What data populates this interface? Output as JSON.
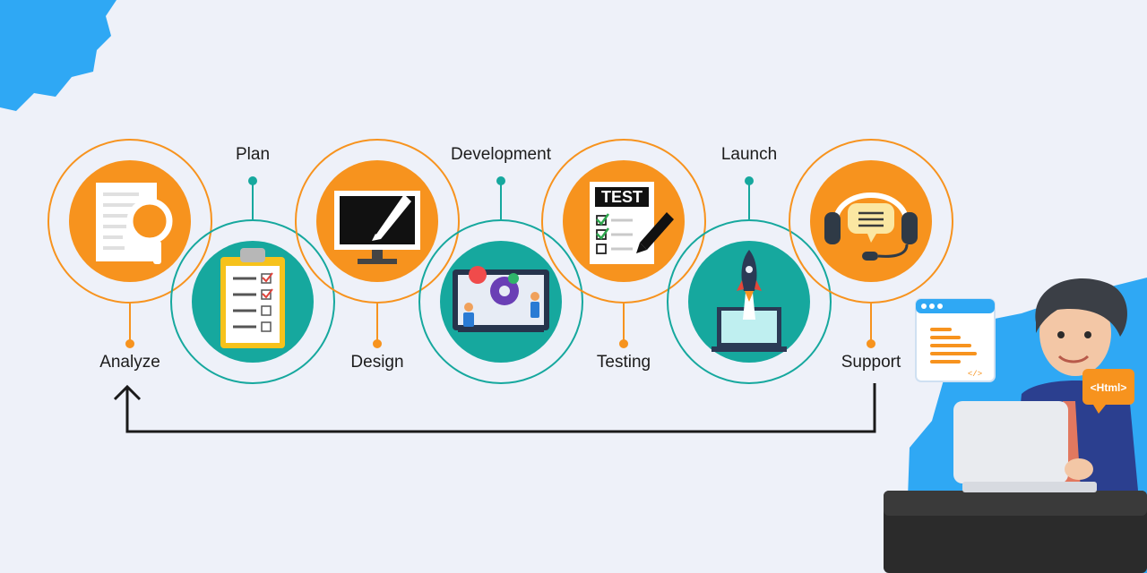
{
  "steps": [
    {
      "label": "Analyze",
      "icon": "document-magnifier-icon",
      "accent": "#f7931e",
      "label_side": "below"
    },
    {
      "label": "Plan",
      "icon": "clipboard-checklist-icon",
      "accent": "#16a89e",
      "label_side": "above"
    },
    {
      "label": "Design",
      "icon": "monitor-pen-icon",
      "accent": "#f7931e",
      "label_side": "below"
    },
    {
      "label": "Development",
      "icon": "developers-gears-icon",
      "accent": "#16a89e",
      "label_side": "above"
    },
    {
      "label": "Testing",
      "icon": "test-checklist-icon",
      "accent": "#f7931e",
      "label_side": "below"
    },
    {
      "label": "Launch",
      "icon": "rocket-laptop-icon",
      "accent": "#16a89e",
      "label_side": "above"
    },
    {
      "label": "Support",
      "icon": "headset-chat-icon",
      "accent": "#f7931e",
      "label_side": "below"
    }
  ],
  "icons": {
    "test_sign": "TEST",
    "html_badge": "<Html>",
    "code_tag": "</>"
  },
  "colors": {
    "orange": "#f7931e",
    "teal": "#16a89e",
    "background": "#eef1f9",
    "blue_accent": "#2fa8f4",
    "connector": "#1a1a1a"
  }
}
